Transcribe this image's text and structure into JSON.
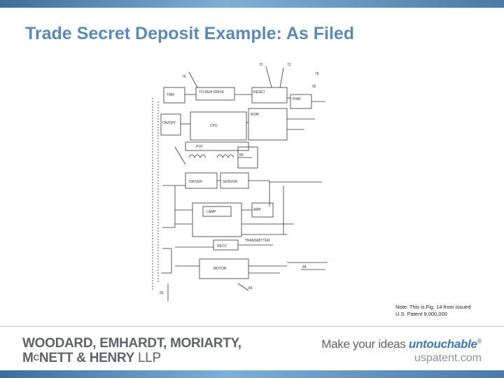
{
  "slide": {
    "title": "Trade Secret Deposit Example: As Filed"
  },
  "figure": {
    "labels": [
      "70",
      "72",
      "76",
      "78",
      "80",
      "84",
      "TMR",
      "ON/OFF",
      "ROM",
      "TO REM DRIVE",
      "CPU",
      "LAMP",
      "DRIVER",
      "SENSOR",
      "RESET",
      "PWR",
      "POT",
      "TRANSMITTER",
      "RECV",
      "AMP",
      "MOTOR",
      "90",
      "92",
      "94"
    ]
  },
  "note": {
    "line1": "Note: This is Fig. 14 from issued",
    "line2": "U.S. Patent 9,000,000"
  },
  "footer": {
    "firm_line1": "WOODARD, EMHARDT, MORIARTY,",
    "firm_mc_sup": "C",
    "firm_line2_a": "M",
    "firm_line2_b": "NETT & HENRY",
    "firm_line2_llp": " LLP",
    "tagline_prefix": "Make your ideas ",
    "tagline_emph": "untouchable",
    "tagline_mark": "®",
    "url": "uspatent.com"
  }
}
